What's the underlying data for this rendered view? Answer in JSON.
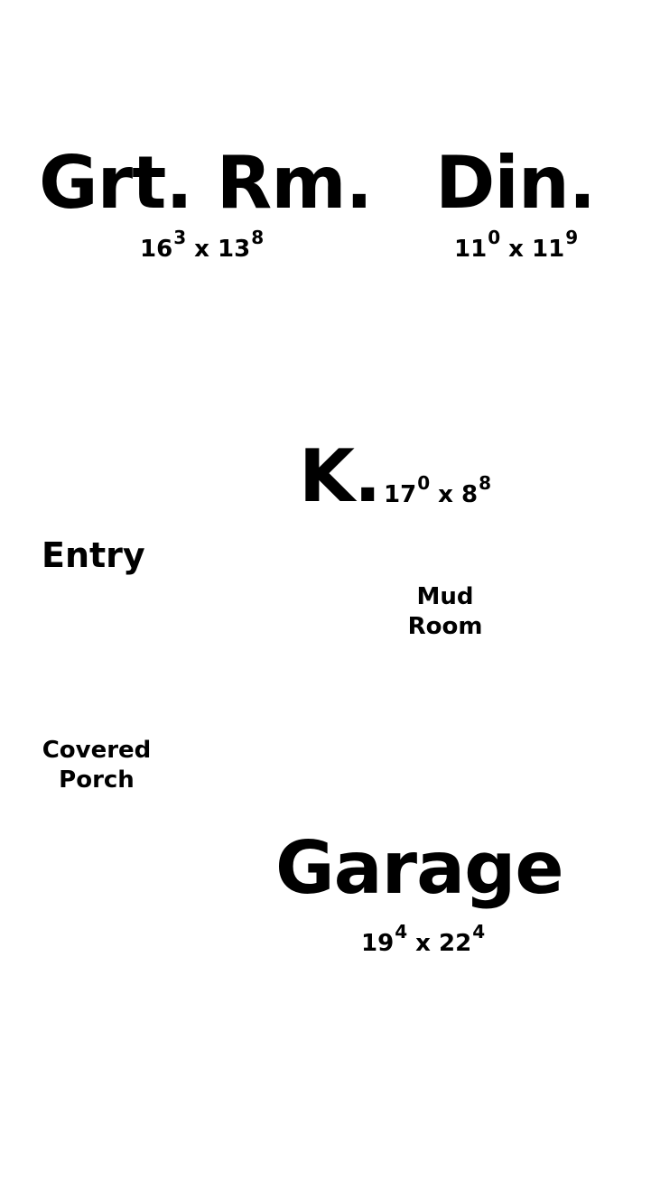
{
  "rooms": {
    "great_room": {
      "name": "Grt. Rm.",
      "dim_w": "16",
      "dim_w_sup": "3",
      "dim_sep": "x",
      "dim_h": "13",
      "dim_h_sup": "8"
    },
    "dining": {
      "name": "Din.",
      "dim_w": "11",
      "dim_w_sup": "0",
      "dim_sep": "x",
      "dim_h": "11",
      "dim_h_sup": "9"
    },
    "kitchen": {
      "name": "K.",
      "dim_w": "17",
      "dim_w_sup": "0",
      "dim_sep": "x",
      "dim_h": "8",
      "dim_h_sup": "8"
    },
    "entry": {
      "name": "Entry"
    },
    "mud_room": {
      "line1": "Mud",
      "line2": "Room"
    },
    "covered_porch": {
      "line1": "Covered",
      "line2": "Porch"
    },
    "garage": {
      "name": "Garage",
      "dim_w": "19",
      "dim_w_sup": "4",
      "dim_sep": "x",
      "dim_h": "22",
      "dim_h_sup": "4"
    }
  }
}
